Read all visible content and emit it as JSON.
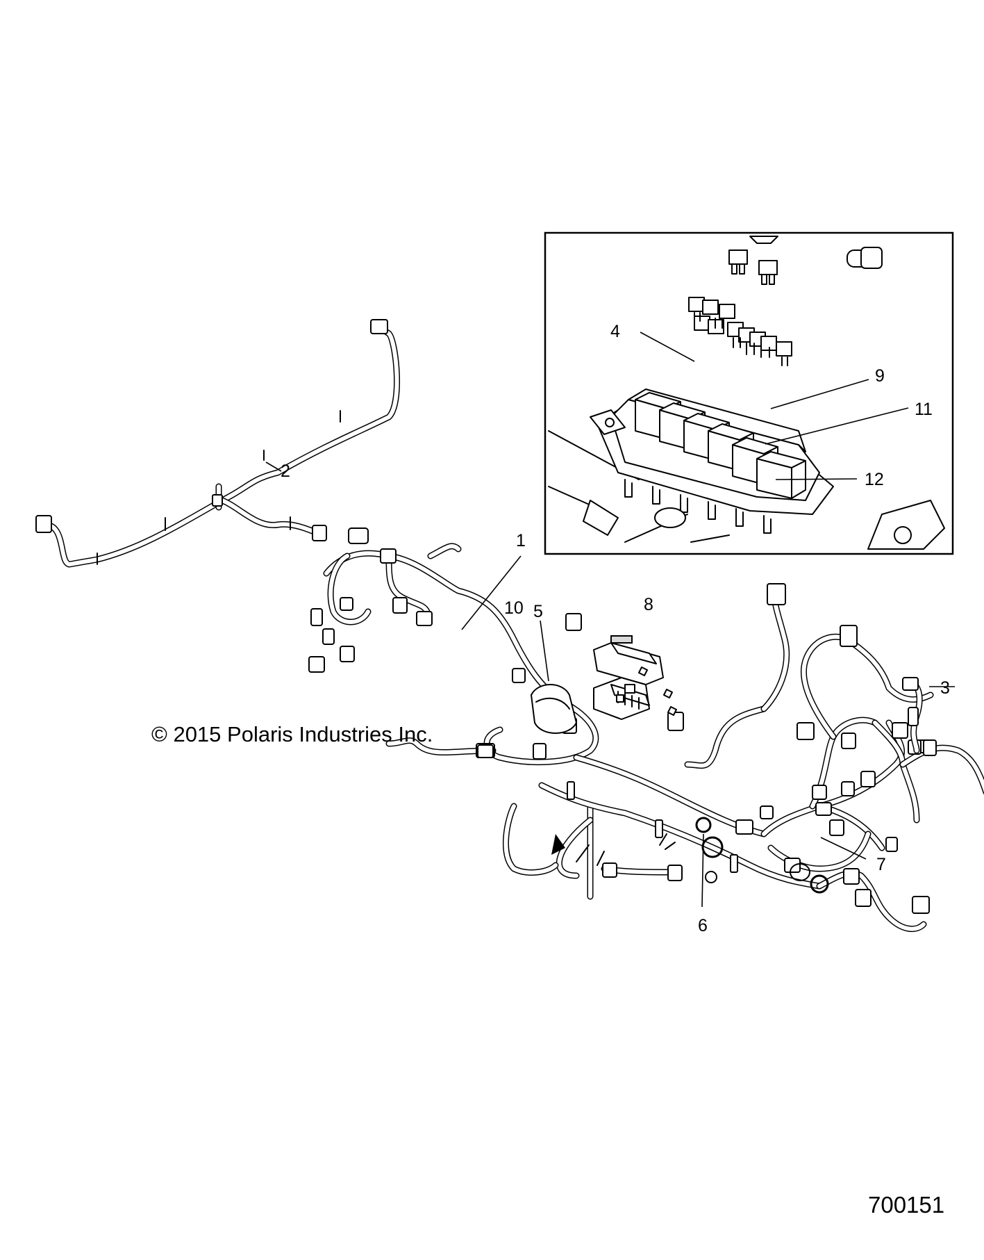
{
  "copyright": "© 2015 Polaris Industries Inc.",
  "figure_number": "700151",
  "callouts": [
    "1",
    "2",
    "3",
    "4",
    "5",
    "6",
    "7",
    "8",
    "9",
    "10",
    "11",
    "12"
  ]
}
